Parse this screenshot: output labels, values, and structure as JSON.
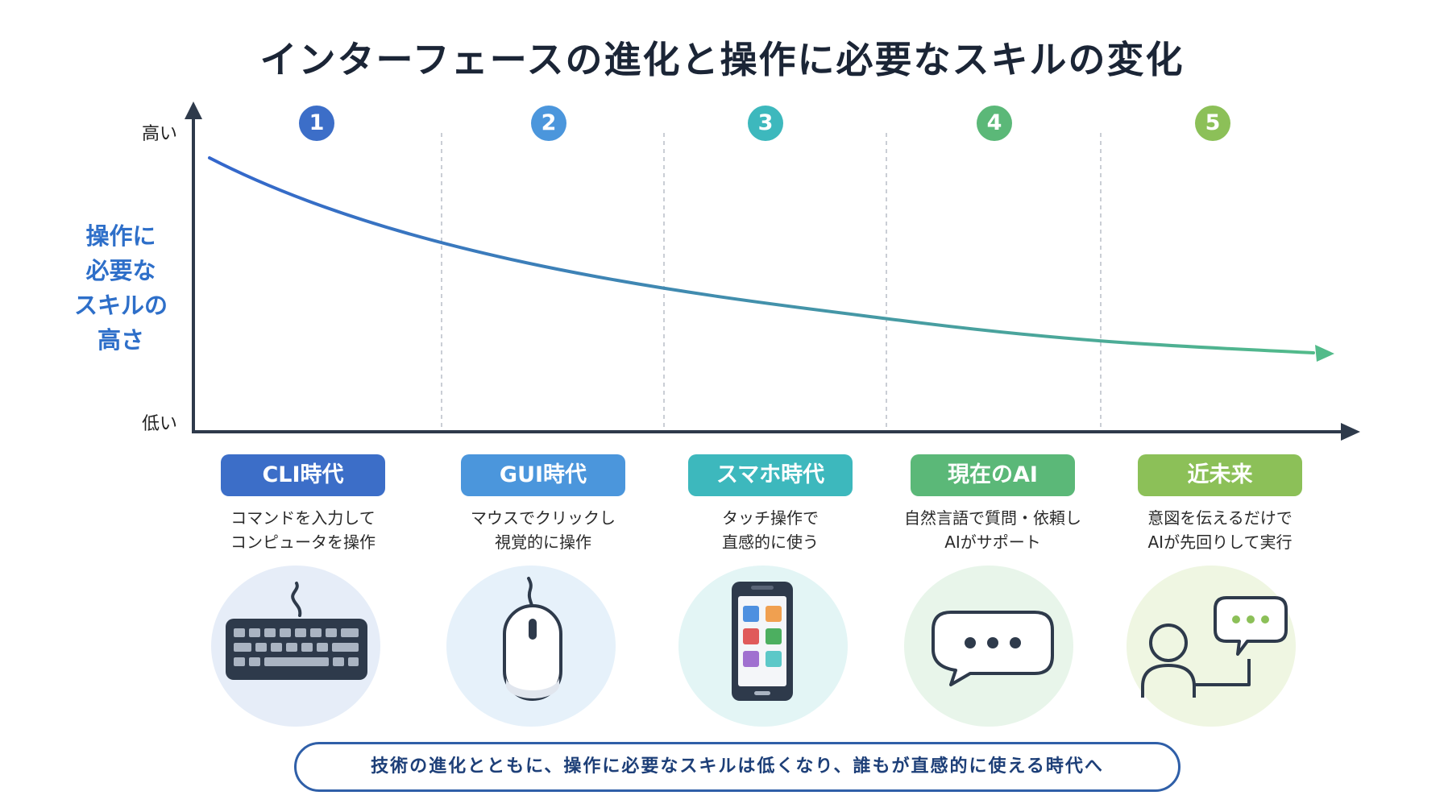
{
  "title": "インターフェースの進化と操作に必要なスキルの変化",
  "y_axis": {
    "label_lines": [
      "操作に",
      "必要な",
      "スキルの",
      "高さ"
    ],
    "high": "高い",
    "low": "低い"
  },
  "stages": [
    {
      "num": "1",
      "label": "CLI時代",
      "desc": [
        "コマンドを入力して",
        "コンピュータを操作"
      ],
      "color": "#3c6ec8",
      "bg": "#e6edf8",
      "icon": "keyboard-icon"
    },
    {
      "num": "2",
      "label": "GUI時代",
      "desc": [
        "マウスでクリックし",
        "視覚的に操作"
      ],
      "color": "#4b96dc",
      "bg": "#e6f1fa",
      "icon": "mouse-icon"
    },
    {
      "num": "3",
      "label": "スマホ時代",
      "desc": [
        "タッチ操作で",
        "直感的に使う"
      ],
      "color": "#3db8bd",
      "bg": "#e3f5f5",
      "icon": "smartphone-icon"
    },
    {
      "num": "4",
      "label": "現在のAI",
      "desc": [
        "自然言語で質問・依頼し",
        "AIがサポート"
      ],
      "color": "#5bb878",
      "bg": "#e8f5ea",
      "icon": "chat-bubble-icon"
    },
    {
      "num": "5",
      "label": "近未来",
      "desc": [
        "意図を伝えるだけで",
        "AIが先回りして実行"
      ],
      "color": "#8cc058",
      "bg": "#eff6e2",
      "icon": "person-chat-icon"
    }
  ],
  "summary": "技術の進化とともに、操作に必要なスキルは低くなり、誰もが直感的に使える時代へ",
  "colors": {
    "axis": "#2e3a4b",
    "curve_start": "#3366cc",
    "curve_end": "#52bb8a"
  }
}
